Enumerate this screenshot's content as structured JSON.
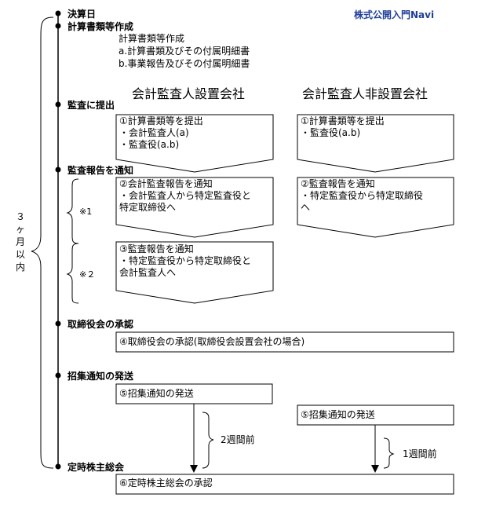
{
  "brand": "株式公開入門Navi",
  "steps": {
    "s1": "決算日",
    "s2": "計算書類等作成",
    "s3": "監査に提出",
    "s4": "監査報告を通知",
    "s5": "取締役会の承認",
    "s6": "招集通知の発送",
    "s7": "定時株主総会"
  },
  "sub": {
    "line1": "計算書類等作成",
    "line2": "a.計算書類及びその付属明細書",
    "line3": "b.事業報告及びその付属明細書"
  },
  "columns": {
    "left": "会計監査人設置会社",
    "right": "会計監査人非設置会社"
  },
  "boxes": {
    "l1": "①計算書類等を提出\n・会計監査人(a)\n・監査役(a.b)",
    "r1": "①計算書類等を提出\n・監査役(a.b)",
    "l2": "②会計監査報告を通知\n・会計監査人から特定監査役と\n特定取締役へ",
    "r2": "②監査報告を通知\n・特定監査役から特定取締役\nへ",
    "l3": "③監査報告を通知\n・特定監査役から特定取締役と\n会計監査人へ",
    "b4": "④取締役会の承認(取締役会設置会社の場合)",
    "l5": "⑤招集通知の発送",
    "r5": "⑤招集通知の発送",
    "b6": "⑥定時株主総会の承認"
  },
  "marks": {
    "m1": "※1",
    "m2": "※２"
  },
  "periods": {
    "left": "2週間前",
    "right": "1週間前"
  },
  "side_label": [
    "３",
    "ヶ",
    "月",
    "以",
    "内"
  ]
}
